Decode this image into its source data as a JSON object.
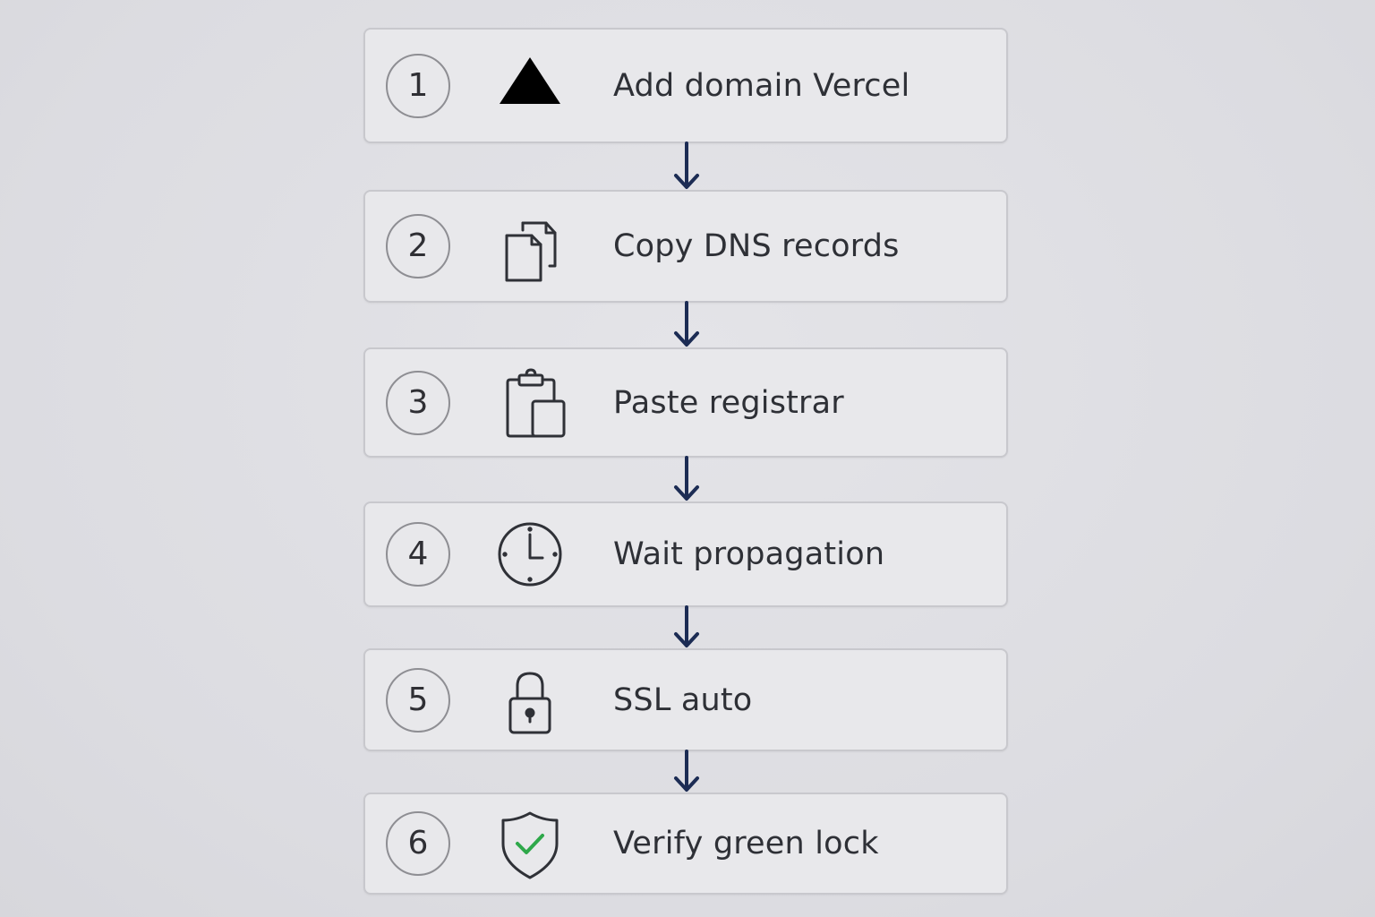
{
  "steps": [
    {
      "number": "1",
      "label": "Add domain Vercel",
      "icon": "vercel-triangle-icon"
    },
    {
      "number": "2",
      "label": "Copy DNS records",
      "icon": "copy-documents-icon"
    },
    {
      "number": "3",
      "label": "Paste registrar",
      "icon": "clipboard-paste-icon"
    },
    {
      "number": "4",
      "label": "Wait propagation",
      "icon": "clock-icon"
    },
    {
      "number": "5",
      "label": "SSL auto",
      "icon": "padlock-icon"
    },
    {
      "number": "6",
      "label": "Verify green lock",
      "icon": "shield-check-icon"
    }
  ],
  "colors": {
    "arrow": "#1c2c54",
    "check": "#2ea84a",
    "icon_stroke": "#2f3137"
  }
}
